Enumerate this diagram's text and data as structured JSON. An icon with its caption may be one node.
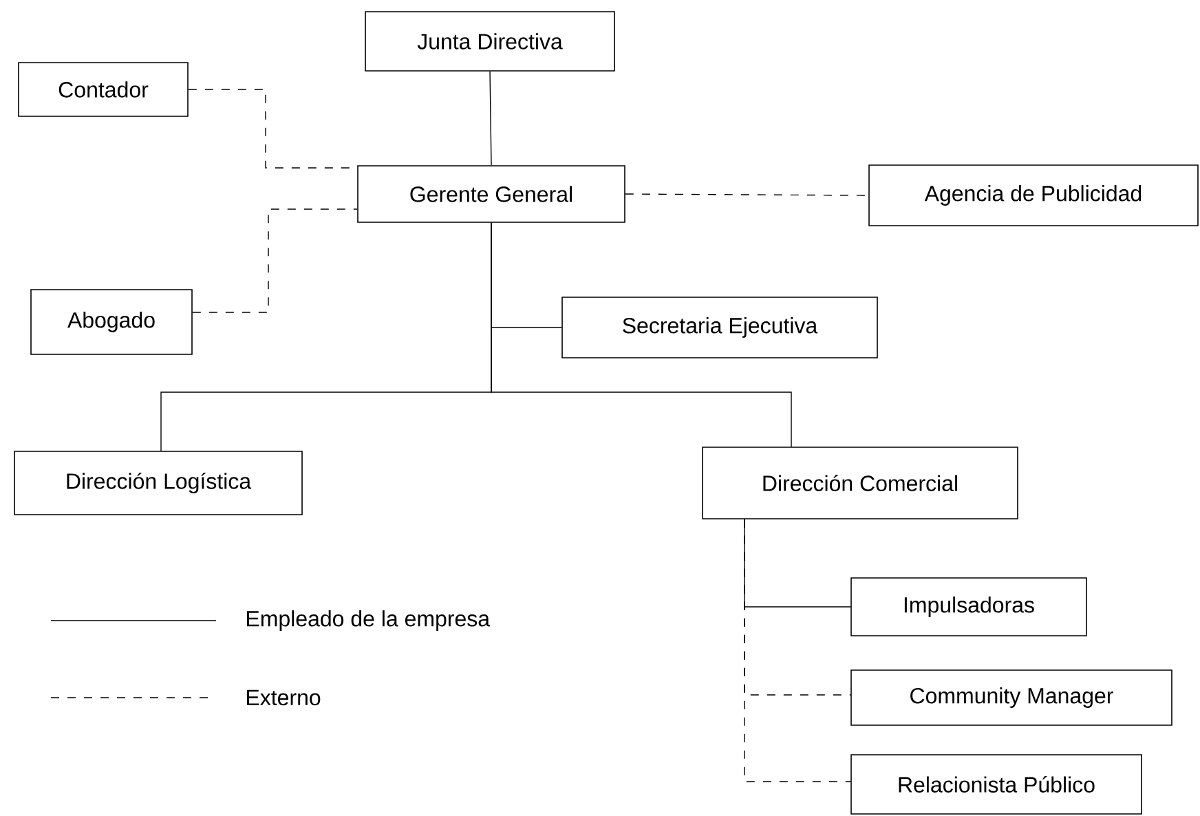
{
  "diagram": {
    "nodes": [
      {
        "text": [
          "Junta Directiva"
        ]
      },
      {
        "text": [
          "Contador"
        ]
      },
      {
        "text": [
          "Gerente General"
        ]
      },
      {
        "text": [
          "Agencia de Publicidad"
        ]
      },
      {
        "text": [
          "Abogado"
        ]
      },
      {
        "text": [
          "Secretaria Ejecutiva"
        ]
      },
      {
        "text": [
          "Dirección Logística"
        ]
      },
      {
        "text": [
          "Dirección Comercial"
        ]
      },
      {
        "text": [
          "Impulsadoras"
        ]
      },
      {
        "text": [
          "Community Manager"
        ]
      },
      {
        "text": [
          "Relacionista Público"
        ]
      }
    ],
    "edges": [
      {
        "from": 0,
        "to": 2,
        "arrow": "none"
      },
      {
        "from": 1,
        "to": 2,
        "arrow": "none",
        "style": "dashed"
      },
      {
        "from": 4,
        "to": 2,
        "arrow": "none",
        "style": "dashed"
      },
      {
        "from": 2,
        "to": 3,
        "arrow": "none",
        "style": "dashed"
      },
      {
        "from": 2,
        "to": 5,
        "arrow": "none"
      },
      {
        "from": 2,
        "to": 6,
        "arrow": "none"
      },
      {
        "from": 2,
        "to": 7,
        "arrow": "none"
      },
      {
        "from": 7,
        "to": 8,
        "arrow": "none"
      },
      {
        "from": 7,
        "to": 9,
        "arrow": "none",
        "style": "dashed"
      },
      {
        "from": 7,
        "to": 10,
        "arrow": "none",
        "style": "dashed"
      }
    ],
    "legend": [
      {
        "text": "Empleado de la empresa"
      },
      {
        "text": "Externo"
      }
    ]
  }
}
